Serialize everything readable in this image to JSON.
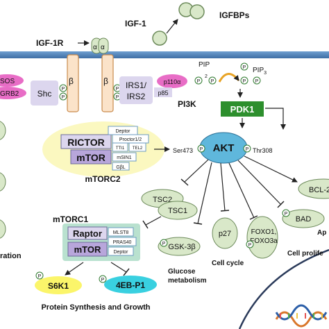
{
  "ligands": {
    "igf1": "IGF-1",
    "igfbps": "IGFBPs"
  },
  "receptor": {
    "name": "IGF-1R",
    "alpha": "α",
    "beta": "β"
  },
  "phospho": "P",
  "adaptors": {
    "sos": "SOS",
    "grb2": "GRB2",
    "shc": "Shc",
    "irs_line1": "IRS1/",
    "irs_line2": "IRS2"
  },
  "pi3k": {
    "label": "PI3K",
    "p110": "p110α",
    "p85": "p85"
  },
  "lipids": {
    "pip2": "PIP",
    "pip2_sub": "2",
    "pip3": "PIP",
    "pip3_sub": "3"
  },
  "pdk1": "PDK1",
  "akt": {
    "name": "AKT",
    "ser473": "Ser473",
    "thr308": "Thr308"
  },
  "mtorc2": {
    "label": "mTORC2",
    "rictor": "RICTOR",
    "mtor": "mTOR",
    "deptor": "Deptor",
    "protor": "Proctor1/2",
    "tti1": "TTI1",
    "tel2": "TEL2",
    "msin1": "mSIN1",
    "gbl": "GβL"
  },
  "tsc": {
    "tsc2": "TSC2",
    "tsc1": "TSC1"
  },
  "mtorc1": {
    "label": "mTORC1",
    "raptor": "Raptor",
    "mtor": "mTOR",
    "mlst8": "MLST8",
    "pras40": "PRAS40",
    "deptor": "Deptor"
  },
  "effectors": {
    "s6k1": "S6K1",
    "eb4p1": "4EB-P1",
    "gsk3b": "GSK-3β",
    "p27": "p27",
    "foxo_line1": "FOXO1,",
    "foxo_line2": "FOXO3a",
    "bad": "BAD",
    "bcl2": "BCL-2"
  },
  "outcomes": {
    "protein": "Protein Synthesis and Growth",
    "glucose_line1": "Glucose",
    "glucose_line2": "metabolism",
    "cell_cycle": "Cell cycle",
    "cell_prolif": "Cell prolife",
    "apop": "Ap",
    "migration": "ration"
  },
  "colors": {
    "membrane": "#4a7fb5",
    "green_pill": "#d9e8c9",
    "pink": "#e86dc6",
    "purple_box": "#dcd6ee",
    "orange": "#fbe3c9",
    "yellow": "#fbf56a",
    "cyan": "#39d0e0",
    "akt_blue": "#5fb7dc",
    "pdk1_green": "#2d8f2d",
    "mtorc2_bg": "#fbf8c0",
    "mtorc1_bg": "#b9e1cf"
  }
}
